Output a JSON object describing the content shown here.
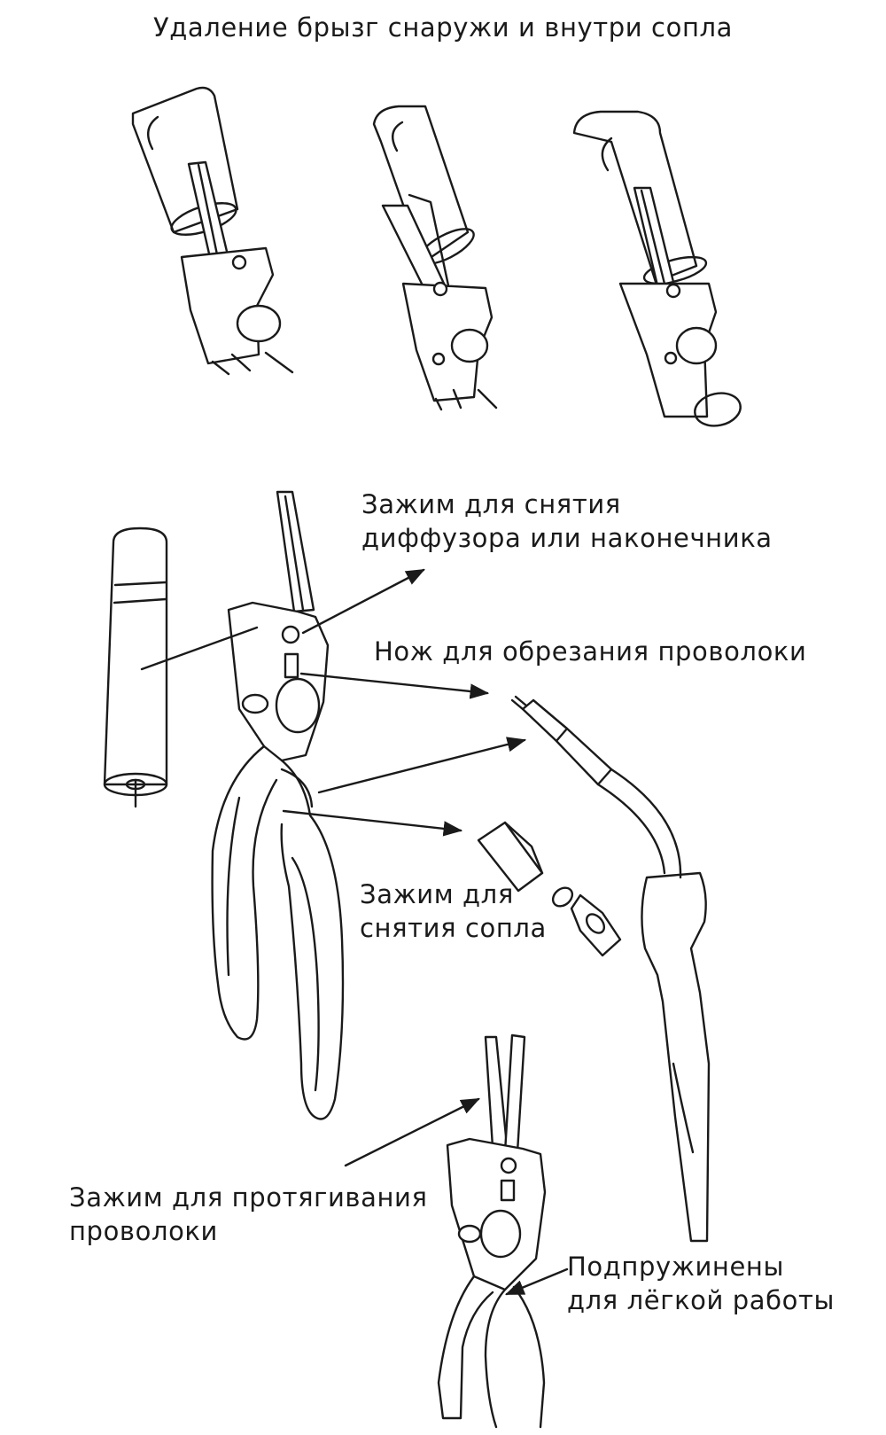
{
  "title": "Удаление брызг снаружи и внутри сопла",
  "labels": {
    "diffuser_clamp": [
      "Зажим для снятия",
      "диффузора или наконечника"
    ],
    "wire_cutter": "Нож для обрезания проволоки",
    "nozzle_clamp": [
      "Зажим для",
      "снятия сопла"
    ],
    "wire_pull": [
      "Зажим для протягивания",
      "проволоки"
    ],
    "spring": [
      "Подпружинены",
      "для лёгкой работы"
    ]
  }
}
